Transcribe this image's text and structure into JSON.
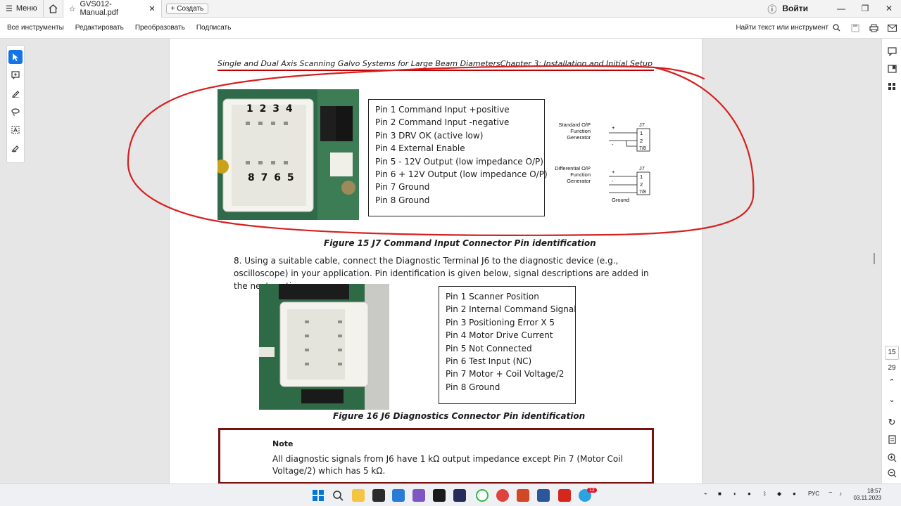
{
  "app": {
    "menu_label": "Меню",
    "tab_title": "GVS012-Manual.pdf",
    "new_tab_label": "Создать",
    "signin_label": "Войти"
  },
  "toolbar": {
    "items": [
      "Все инструменты",
      "Редактировать",
      "Преобразовать",
      "Подписать"
    ],
    "find_label": "Найти текст или инструмент"
  },
  "document": {
    "header_left": "Single and Dual Axis Scanning Galvo Systems for Large Beam Diameters",
    "header_right": "Chapter 3: Installation and Initial Setup",
    "photo1_pins_top": "1 2 3 4",
    "photo1_pins_bottom": "8 7 6 5",
    "j7_pins": [
      "Pin 1 Command Input +positive",
      "Pin 2 Command Input -negative",
      "Pin 3 DRV OK (active low)",
      "Pin 4 External Enable",
      "Pin 5 - 12V Output (low impedance O/P)",
      "Pin 6 + 12V Output (low impedance O/P)",
      "Pin 7 Ground",
      "Pin 8 Ground"
    ],
    "schematic": {
      "std_label": [
        "Standard O/P",
        "Function",
        "Generator"
      ],
      "diff_label": [
        "Differential O/P",
        "Function",
        "Generator"
      ],
      "connector": "J7",
      "plus": "+",
      "minus": "-",
      "pin1": "1",
      "pin2": "2",
      "pin78": "7/8",
      "ground": "Ground"
    },
    "fig15_caption": "Figure 15     J7 Command Input Connector Pin identification",
    "step8": "8. Using a suitable cable, connect the Diagnostic Terminal J6 to the diagnostic device (e.g., oscilloscope) in your application. Pin identification is given below, signal descriptions are added in the next section.",
    "j6_pins": [
      "Pin 1 Scanner Position",
      "Pin 2 Internal Command Signal",
      "Pin 3 Positioning Error X 5",
      "Pin 4 Motor Drive Current",
      "Pin 5 Not Connected",
      "Pin 6 Test Input (NC)",
      "Pin 7 Motor + Coil Voltage/2",
      "Pin 8 Ground"
    ],
    "fig16_caption": "Figure 16     J6 Diagnostics Connector Pin identification",
    "note_title": "Note",
    "note_text": "All diagnostic signals from J6 have 1 kΩ output impedance except Pin 7 (Motor Coil Voltage/2) which has 5 kΩ."
  },
  "pager": {
    "current": "15",
    "total": "29"
  },
  "taskbar": {
    "lang": "РУС",
    "time": "18:57",
    "date": "03.11.2023",
    "badge": "12"
  },
  "colors": {
    "annotation": "#d62020",
    "accent": "#1473e6",
    "note_border": "#7a1010"
  }
}
